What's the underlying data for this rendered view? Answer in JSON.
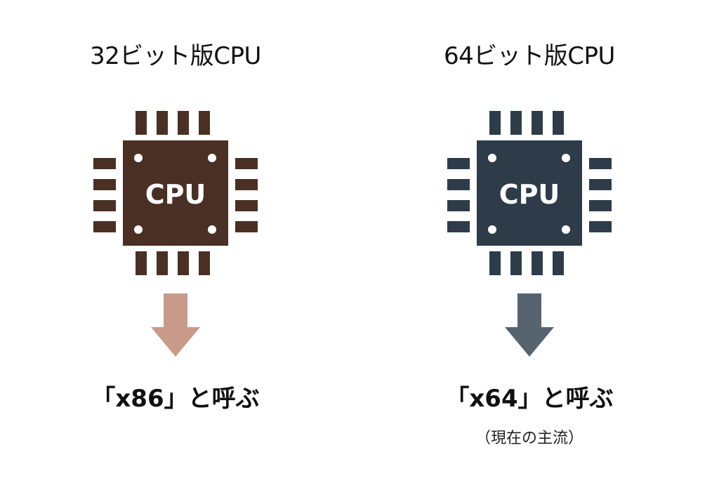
{
  "columns": [
    {
      "heading": "32ビット版CPU",
      "chip_label": "CPU",
      "result": "「x86」と呼ぶ",
      "note": "",
      "chip_color": "#4a3024",
      "arrow_color": "#c9998a"
    },
    {
      "heading": "64ビット版CPU",
      "chip_label": "CPU",
      "result": "「x64」と呼ぶ",
      "note": "（現在の主流）",
      "chip_color": "#2e3c4a",
      "arrow_color": "#566470"
    }
  ],
  "icons": [
    "cpu-chip-icon",
    "down-arrow-icon"
  ]
}
